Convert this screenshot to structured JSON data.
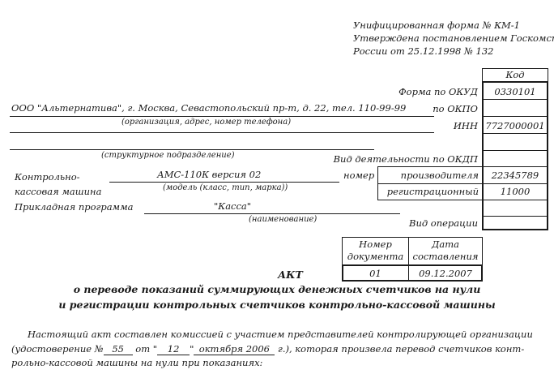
{
  "header": {
    "line1": "Унифицированная форма № КМ-1",
    "line2": "Утверждена постановлением Госкомстата",
    "line3": "России от 25.12.1998 № 132"
  },
  "codes": {
    "title": "Код",
    "okud_label": "Форма по ОКУД",
    "okud_value": "0330101",
    "okpo_label": "по ОКПО",
    "okpo_value": "",
    "inn_label": "ИНН",
    "inn_value": "7727000001",
    "okdp_label": "Вид деятельности по ОКДП",
    "okdp_value": "",
    "number_label": "номер",
    "manufacturer_label": "производителя",
    "manufacturer_value": "22345789",
    "registration_label": "регистрационный",
    "registration_value": "11000",
    "operation_label": "Вид операции",
    "operation_value": ""
  },
  "organization": {
    "value": "ООО \"Альтернатива\", г. Москва, Севастопольский пр-т, д. 22, тел. 110-99-99",
    "caption": "(организация, адрес, номер телефона)",
    "subdivision_value": "",
    "subdivision_caption": "(структурное подразделение)"
  },
  "kkm": {
    "label1": "Контрольно-",
    "label2": "кассовая машина",
    "value": "АМС-110К версия 02",
    "caption": "(модель (класс, тип, марка))"
  },
  "app": {
    "label": "Прикладная программа",
    "value": "\"Касса\"",
    "caption": "(наименование)"
  },
  "doc": {
    "number_header1": "Номер",
    "number_header2": "документа",
    "date_header1": "Дата",
    "date_header2": "составления",
    "number_value": "01",
    "date_value": "09.12.2007"
  },
  "title": {
    "main": "АКТ",
    "sub1": "о переводе показаний суммирующих денежных счетчиков на нули",
    "sub2": "и регистрации контрольных счетчиков контрольно-кассовой машины"
  },
  "body": {
    "line1": "Настоящий акт составлен комиссией с участием представителей контролирующей организации",
    "l2_a": "(удостоверение №",
    "l2_num": "55",
    "l2_b": "от",
    "l2_q1": "\"",
    "l2_day": "12",
    "l2_q2": "\"",
    "l2_month": "октября 2006",
    "l2_c": "г.), которая произвела перевод счетчиков конт-",
    "line3": "рольно-кассовой машины на нули при показаниях:"
  }
}
